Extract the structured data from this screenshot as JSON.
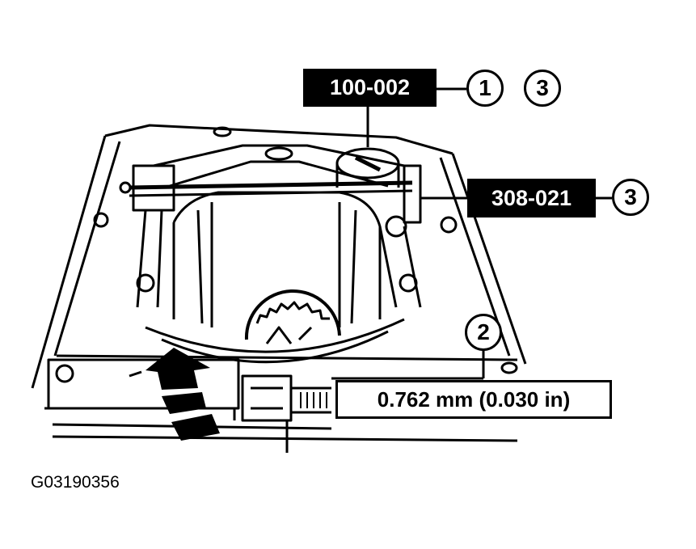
{
  "tool_labels": {
    "tool_a": "100-002",
    "tool_b": "308-021"
  },
  "callouts": {
    "c1": "1",
    "c3_top": "3",
    "c3_mid": "3",
    "c2": "2"
  },
  "measurement": "0.762 mm (0.030 in)",
  "figure_id": "G03190356"
}
